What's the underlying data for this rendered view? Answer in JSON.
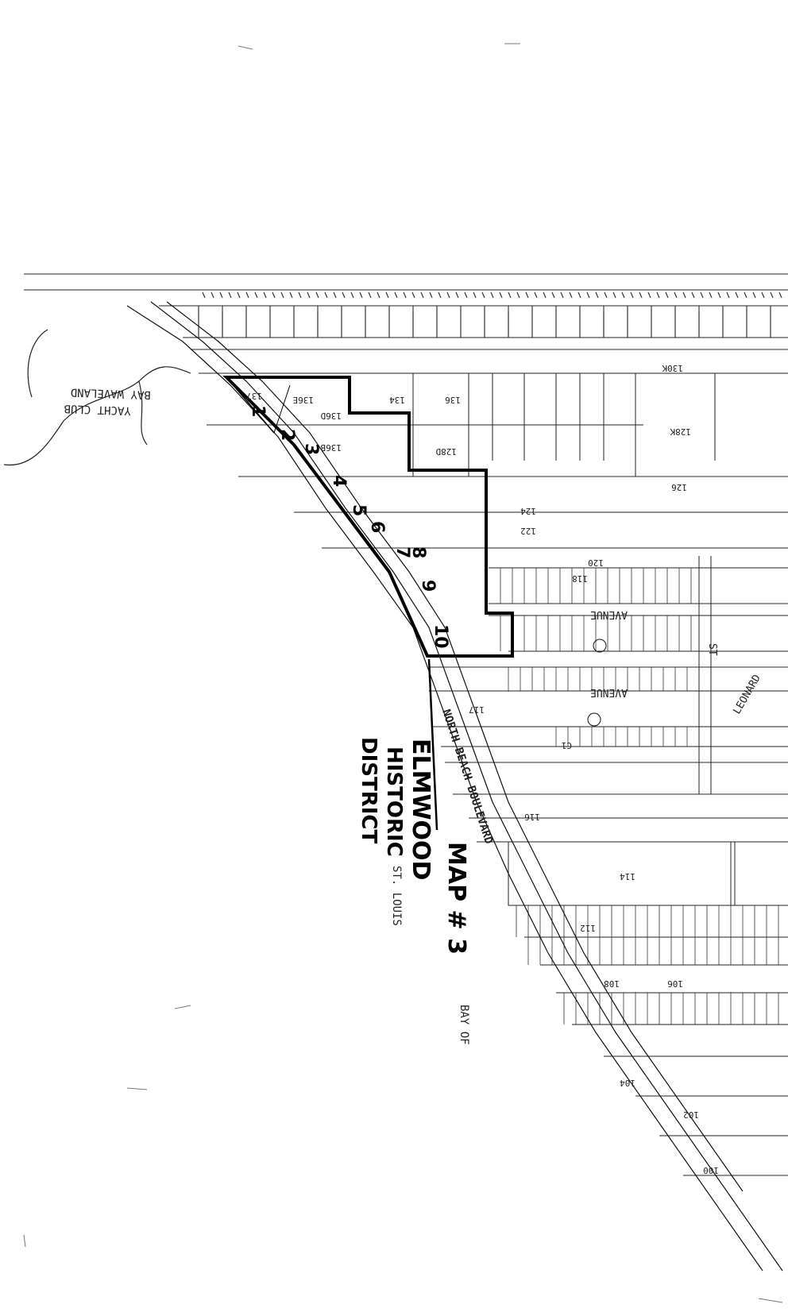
{
  "map": {
    "district_label": [
      "ELMWOOD",
      "HISTORIC",
      "DISTRICT"
    ],
    "map_number": "MAP # 3",
    "yacht_club": [
      "BAY WAVELAND",
      "YACHT CLUB"
    ],
    "water_label": [
      "BAY OF",
      "ST. LOUIS"
    ],
    "boulevard_label": "NORTH BEACH BOULEVARD",
    "avenue_labels": [
      "AVENUE",
      "AVENUE"
    ],
    "street_label": "ST",
    "street2_label": "LEONARD",
    "lot_numbers": [
      "1",
      "2",
      "3",
      "4",
      "5",
      "6",
      "7",
      "8",
      "9",
      "10"
    ],
    "parcel_codes": [
      "137",
      "136E",
      "136D",
      "136B",
      "134",
      "136",
      "130K",
      "128D",
      "128K",
      "126",
      "124",
      "122",
      "120",
      "118",
      "117",
      "C1",
      "116",
      "114",
      "112",
      "108",
      "106",
      "104",
      "102",
      "100"
    ]
  }
}
